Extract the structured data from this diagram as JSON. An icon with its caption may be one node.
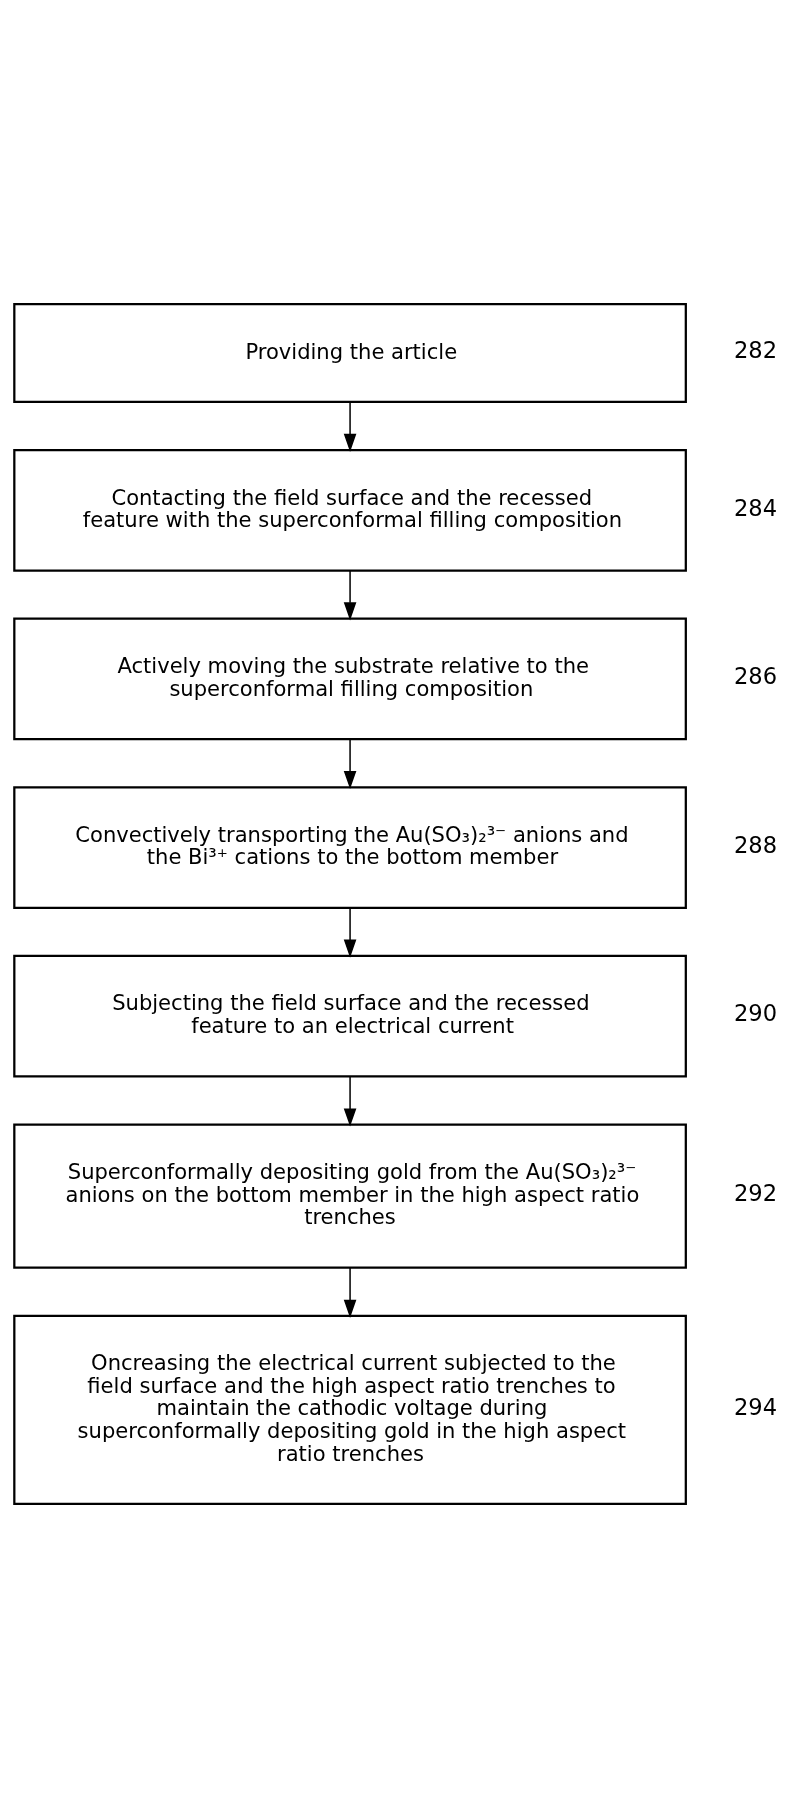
{
  "diagram": {
    "nodes": [
      {
        "text": [
          "Providing the article"
        ],
        "beside": [
          "282"
        ]
      },
      {
        "text": [
          "Contacting the field surface and the recessed feature with the superconformal filling composition"
        ],
        "beside": [
          "284"
        ]
      },
      {
        "text": [
          "Actively moving the substrate relative to the superconformal filling composition"
        ],
        "beside": [
          "286"
        ]
      },
      {
        "text": [
          "Convectively transporting the Au(SO₃)₂³⁻ anions and the Bi³⁺ cations to the bottom member"
        ],
        "beside": [
          "288"
        ]
      },
      {
        "text": [
          "Subjecting the field surface and the recessed feature to an electrical current"
        ],
        "beside": [
          "290"
        ]
      },
      {
        "text": [
          "Superconformally depositing gold from the Au(SO₃)₂³⁻ anions on the bottom member in the high aspect ratio trenches"
        ],
        "beside": [
          "292"
        ]
      },
      {
        "text": [
          "Oncreasing the electrical current subjected to the field surface and the high aspect ratio trenches to maintain the cathodic voltage during superconformally depositing gold in the high aspect ratio trenches"
        ],
        "beside": [
          "294"
        ]
      }
    ],
    "edges": [
      {
        "from": 0,
        "to": 1,
        "arrow": "to"
      },
      {
        "from": 1,
        "to": 2,
        "arrow": "to"
      },
      {
        "from": 2,
        "to": 3,
        "arrow": "to"
      },
      {
        "from": 3,
        "to": 4,
        "arrow": "to"
      },
      {
        "from": 4,
        "to": 5,
        "arrow": "to"
      },
      {
        "from": 5,
        "to": 6,
        "arrow": "to"
      }
    ]
  }
}
